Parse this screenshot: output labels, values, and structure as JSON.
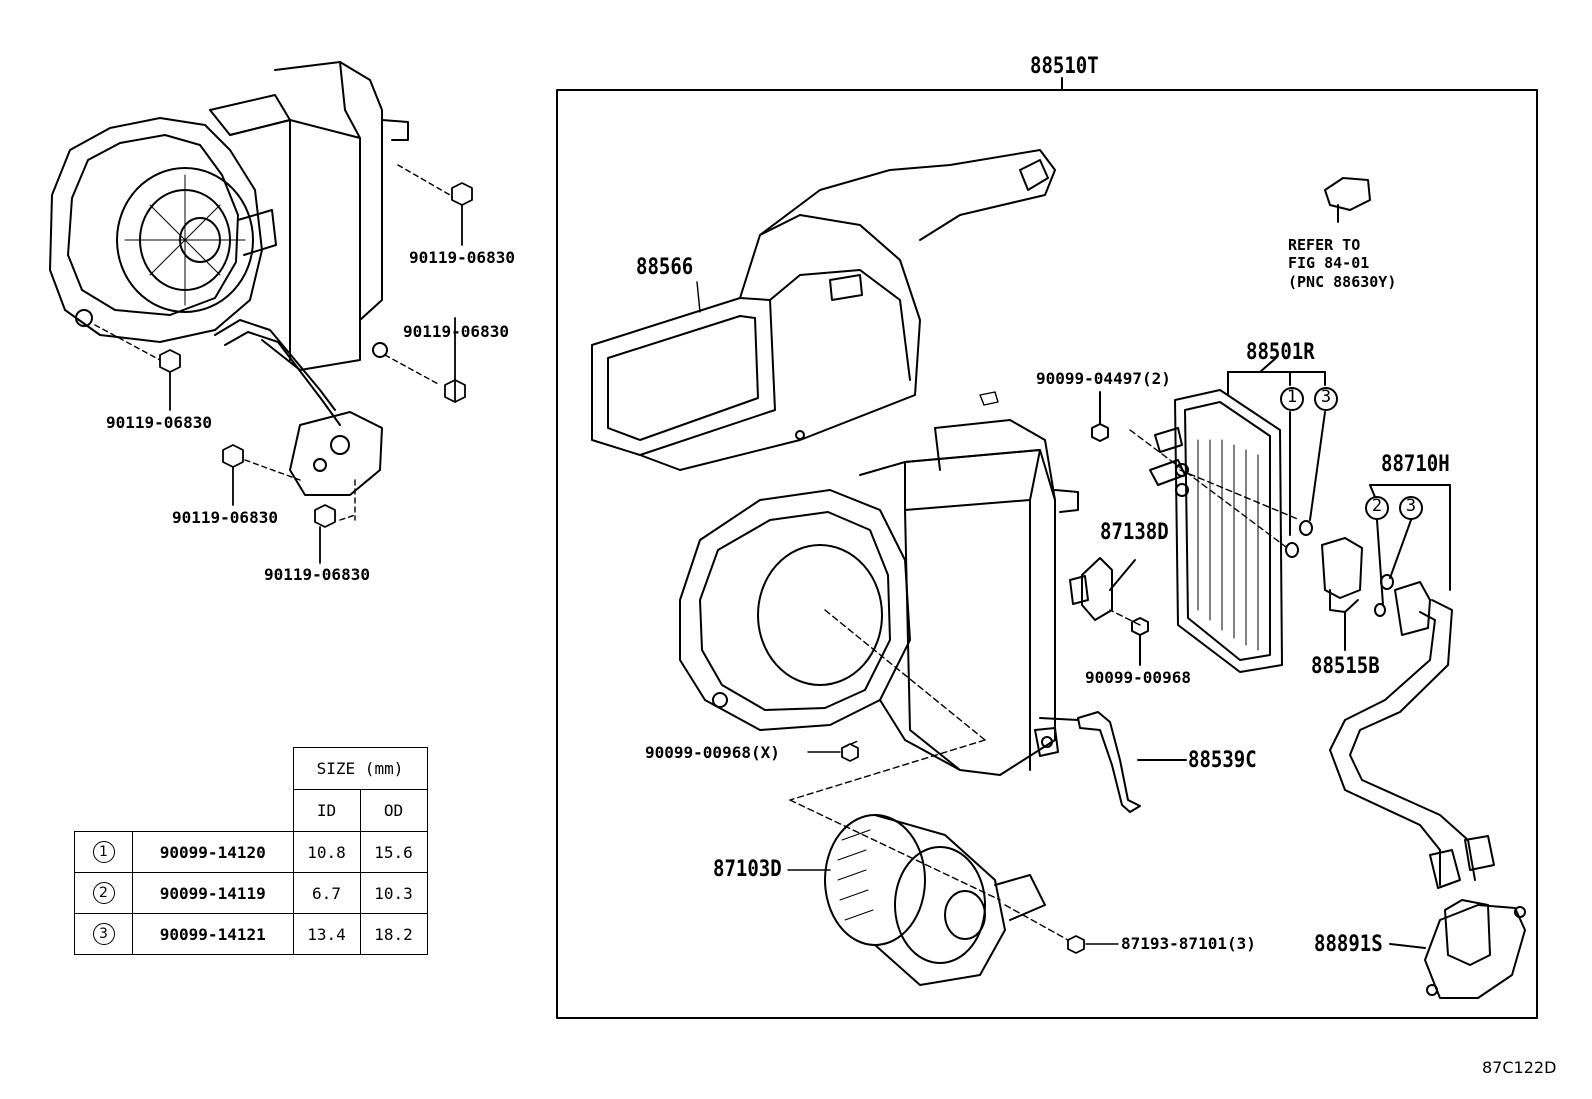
{
  "labels": {
    "assembly": "88510T",
    "duct": "88566",
    "bolt_tl1": "90119-06830",
    "bolt_tl2": "90119-06830",
    "bolt_tl3": "90119-06830",
    "bolt_tl4": "90119-06830",
    "bolt_tl5": "90119-06830",
    "refer": "REFER TO\nFIG 84-01\n(PNC 88630Y)",
    "evaporator": "88501R",
    "screw_04497": "90099-04497(2)",
    "resistor": "87138D",
    "tube": "88710H",
    "screw_00968": "90099-00968",
    "valve": "88515B",
    "screw_00968x": "90099-00968(X)",
    "drain_hose": "88539C",
    "blower_motor": "87103D",
    "motor_screw": "87193-87101(3)",
    "plate": "88891S",
    "callout_1": "1",
    "callout_3a": "3",
    "callout_2": "2",
    "callout_3b": "3",
    "figure_id": "87C122D"
  },
  "size_table": {
    "header": "SIZE (mm)",
    "col_id": "ID",
    "col_od": "OD",
    "rows": [
      {
        "num": "1",
        "part": "90099-14120",
        "id": "10.8",
        "od": "15.6"
      },
      {
        "num": "2",
        "part": "90099-14119",
        "id": "6.7",
        "od": "10.3"
      },
      {
        "num": "3",
        "part": "90099-14121",
        "id": "13.4",
        "od": "18.2"
      }
    ]
  }
}
